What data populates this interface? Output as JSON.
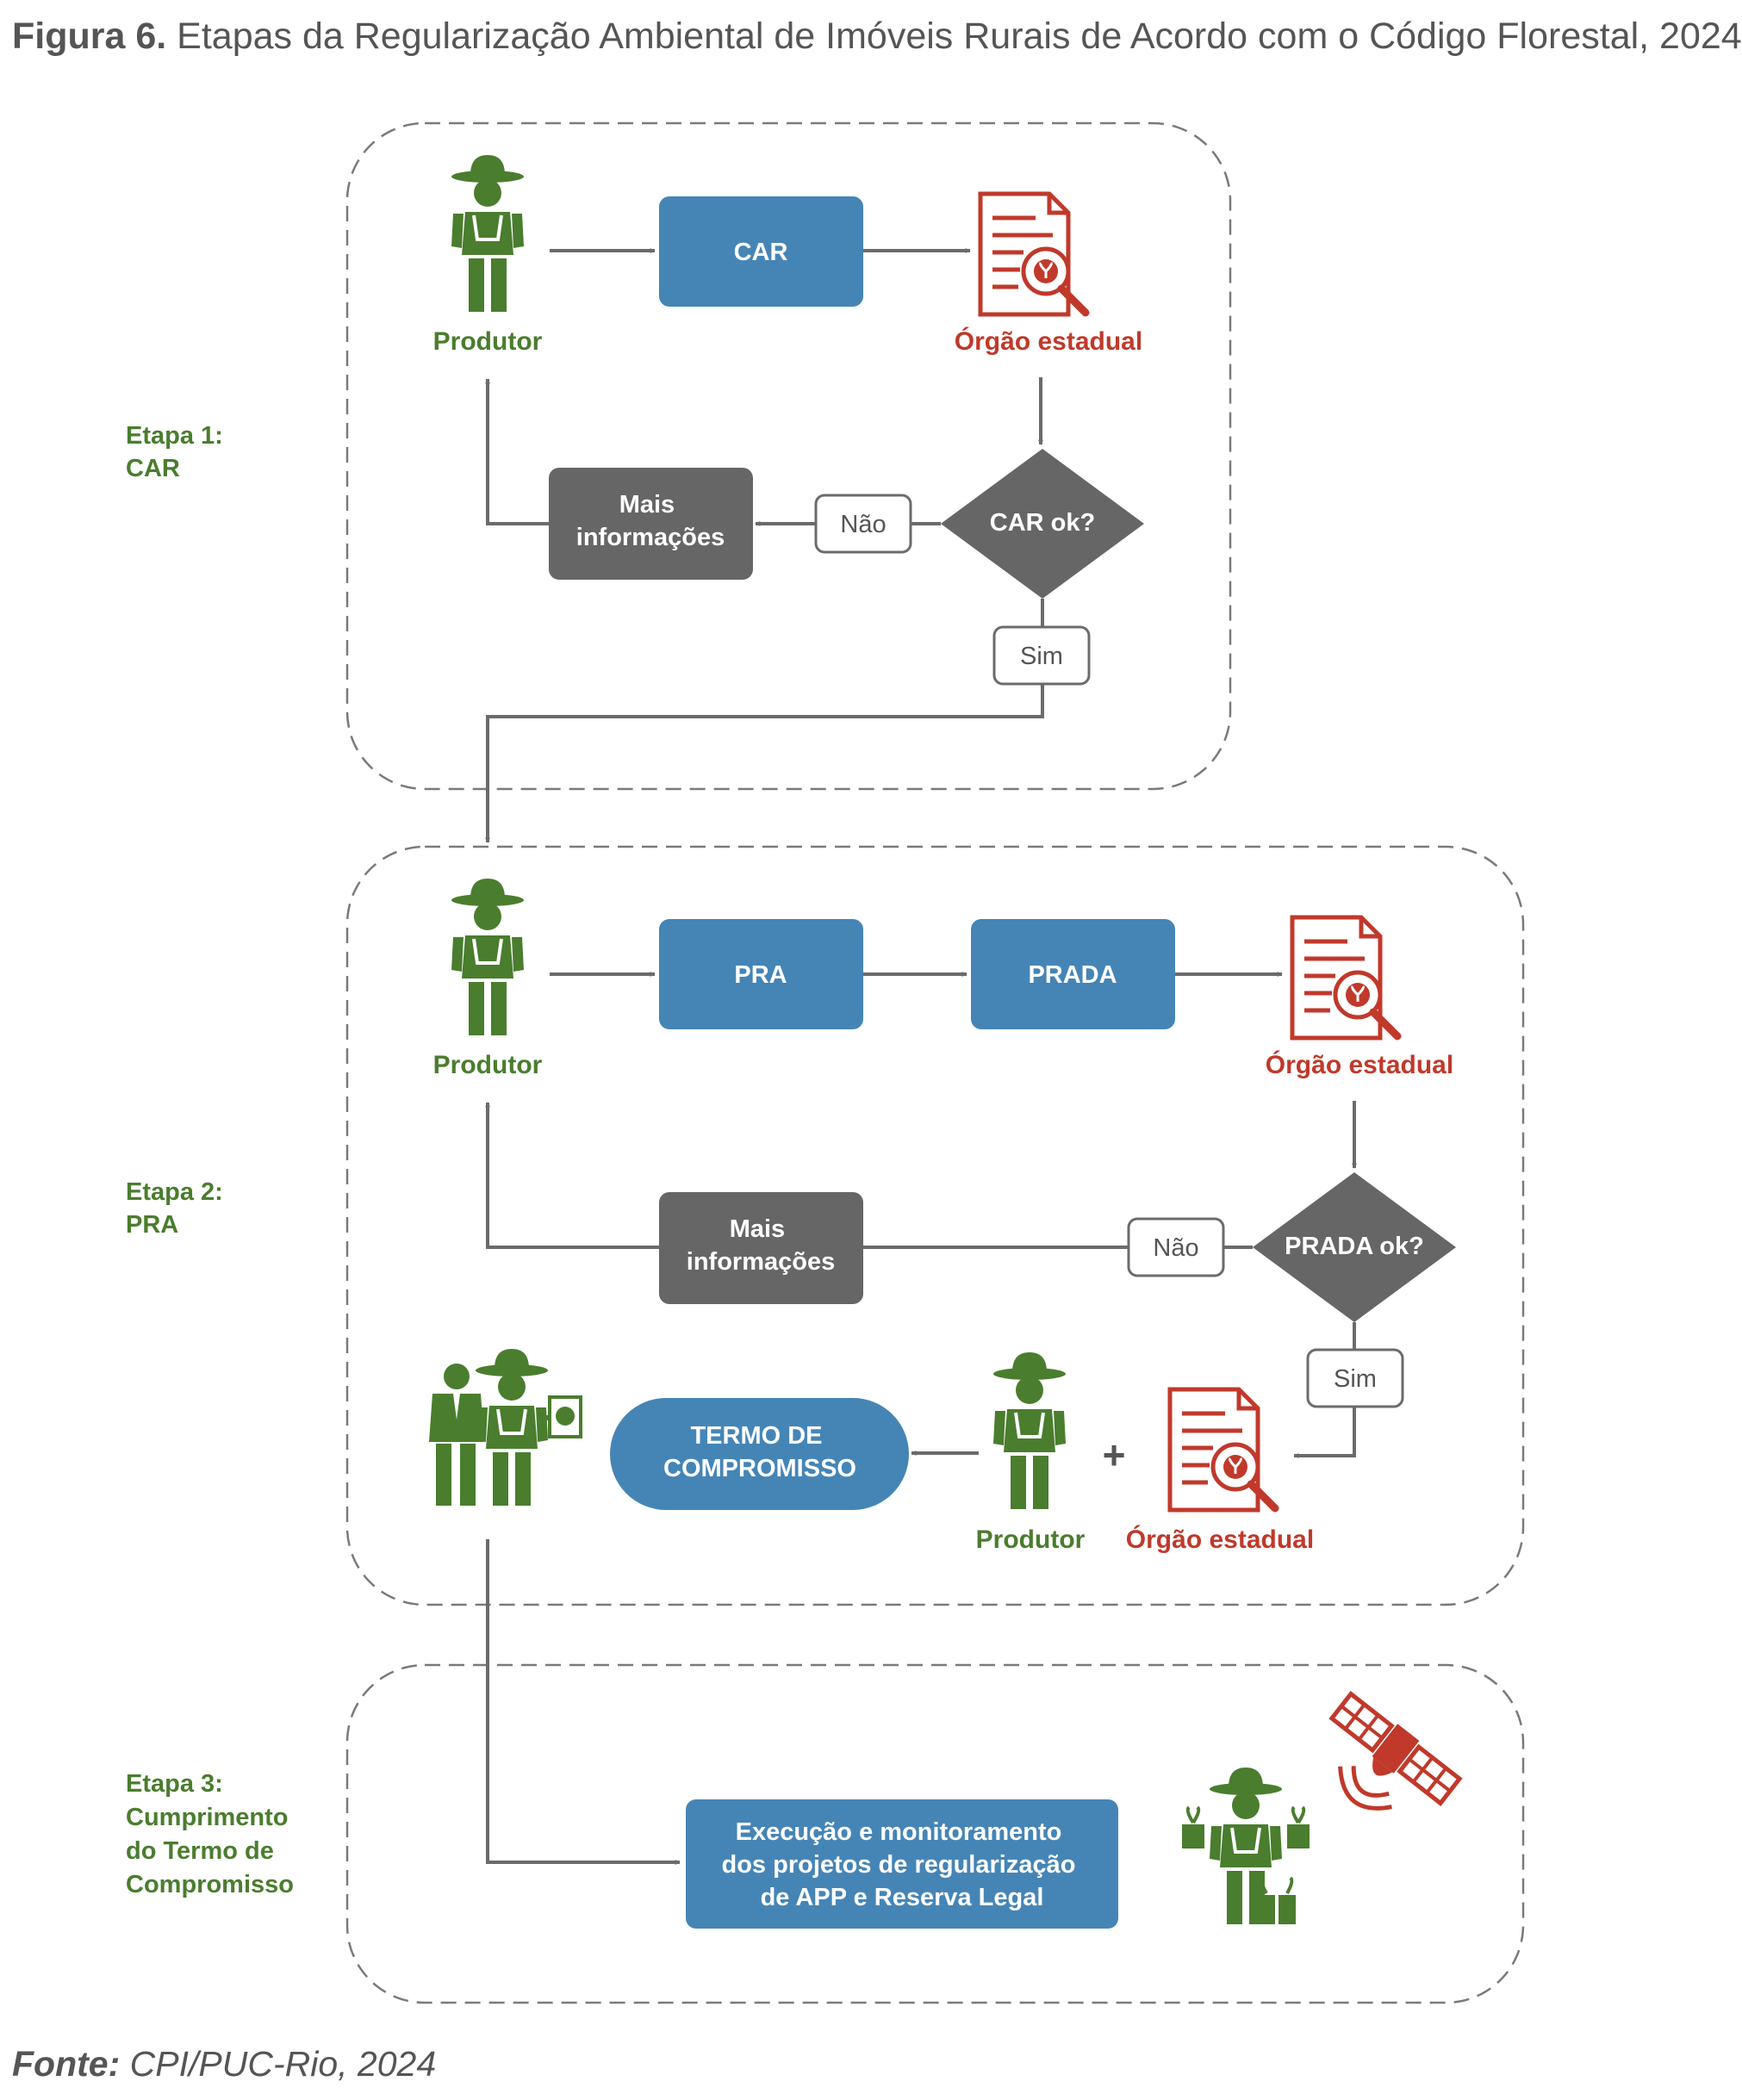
{
  "title": {
    "prefix": "Figura 6.",
    "text": "Etapas da Regularização Ambiental de Imóveis Rurais de Acordo com o Código Florestal, 2024"
  },
  "source": {
    "label": "Fonte:",
    "text": "CPI/PUC-Rio, 2024"
  },
  "colors": {
    "green": "#4a7d2e",
    "red": "#c0392b",
    "blue": "#4585b6",
    "gray": "#666666",
    "arrow": "#6b6b6b"
  },
  "stage1": {
    "label_line1": "Etapa 1:",
    "label_line2": "CAR",
    "producer": "Produtor",
    "car_box": "CAR",
    "agency": "Órgão estadual",
    "decision": "CAR ok?",
    "no": "Não",
    "yes": "Sim",
    "more_info_line1": "Mais",
    "more_info_line2": "informações"
  },
  "stage2": {
    "label_line1": "Etapa 2:",
    "label_line2": "PRA",
    "producer": "Produtor",
    "pra_box": "PRA",
    "prada_box": "PRADA",
    "agency": "Órgão estadual",
    "decision": "PRADA ok?",
    "no": "Não",
    "yes": "Sim",
    "more_info_line1": "Mais",
    "more_info_line2": "informações",
    "term_line1": "TERMO DE",
    "term_line2": "COMPROMISSO",
    "producer_bottom": "Produtor",
    "plus": "+",
    "agency_bottom": "Órgão estadual"
  },
  "stage3": {
    "label_line1": "Etapa 3:",
    "label_line2": "Cumprimento",
    "label_line3": "do Termo de",
    "label_line4": "Compromisso",
    "exec_line1": "Execução e monitoramento",
    "exec_line2": "dos projetos de regularização",
    "exec_line3": "de APP e Reserva Legal"
  },
  "icons": {
    "farmer": "farmer-icon",
    "document_search": "document-search-icon",
    "handshake": "farmer-and-official-icon",
    "satellite": "satellite-icon",
    "farmer_seedlings": "farmer-with-seedlings-icon"
  }
}
